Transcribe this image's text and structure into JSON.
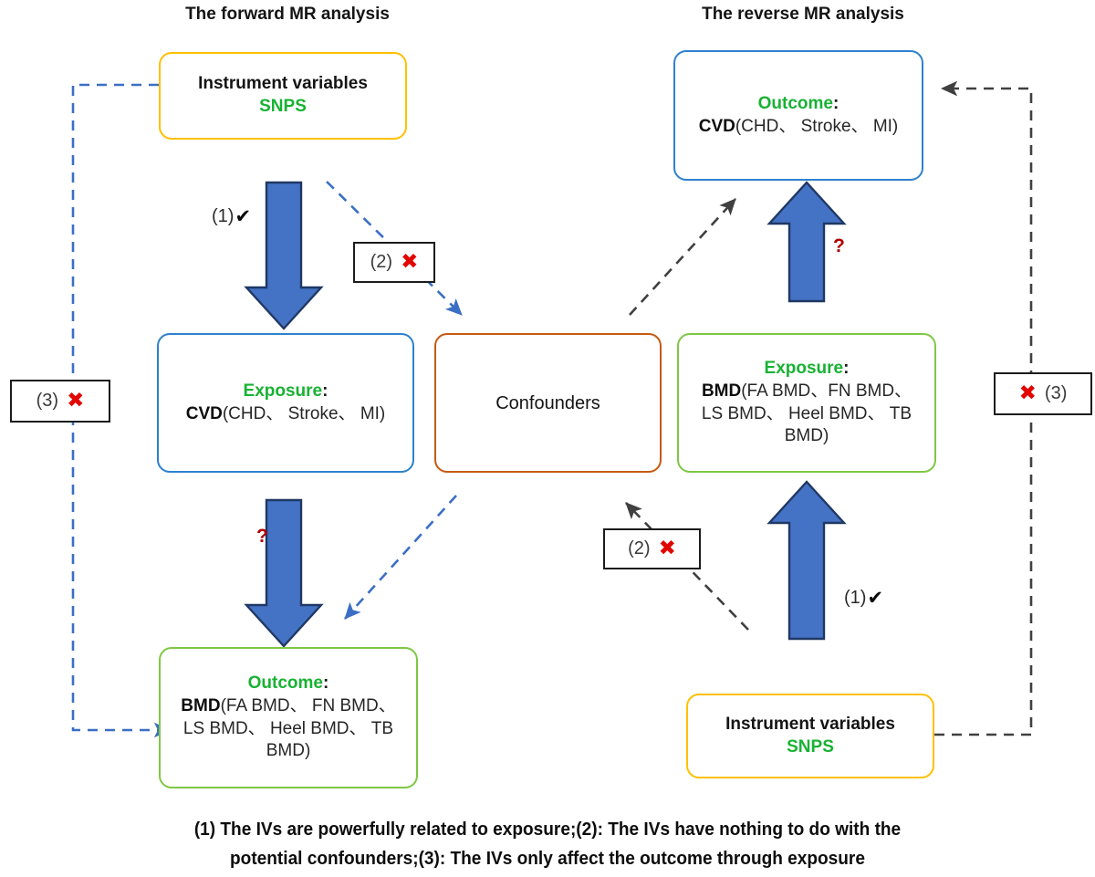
{
  "panels": {
    "forward_title": "The forward MR analysis",
    "reverse_title": "The reverse MR analysis"
  },
  "colors": {
    "yellow": "#ffc000",
    "blue": "#2e81cd",
    "green": "#7fc744",
    "orange": "#c55a11",
    "green_text": "#18b233",
    "red": "#e10600",
    "arrow_blue_fill": "#4472c4",
    "arrow_blue_stroke": "#1f3864",
    "dashed_blue": "#3b6fc4",
    "dashed_gray": "#404040"
  },
  "nodes": {
    "forward_iv": {
      "line1": "Instrument variables",
      "line2": "SNPS"
    },
    "forward_exposure": {
      "label": "Exposure",
      "colon": ":",
      "bold": "CVD",
      "rest": "(CHD、 Stroke、 MI)"
    },
    "confounders": {
      "label": "Confounders"
    },
    "forward_outcome": {
      "label": "Outcome",
      "colon": ":",
      "bold": "BMD",
      "rest_line1": "(FA BMD、 FN BMD、",
      "line2": "LS BMD、 Heel BMD、 TB",
      "line3": "BMD)"
    },
    "reverse_outcome": {
      "label": "Outcome",
      "colon": ":",
      "bold": "CVD",
      "rest": "(CHD、 Stroke、 MI)"
    },
    "reverse_exposure": {
      "label": "Exposure",
      "colon": ":",
      "bold": "BMD",
      "rest_line1": "(FA BMD、FN BMD、",
      "line2": "LS BMD、 Heel BMD、 TB",
      "line3": "BMD)"
    },
    "reverse_iv": {
      "line1": "Instrument variables",
      "line2": "SNPS"
    }
  },
  "tags": {
    "forward_iv_exposure": {
      "text": "(1)",
      "glyph": "✔"
    },
    "forward_iv_confounders": {
      "text": "(2)",
      "glyph": "✖"
    },
    "forward_iv_outcome": {
      "text": "(3)",
      "glyph": "✖"
    },
    "reverse_iv_exposure": {
      "text": "(1)",
      "glyph": "✔"
    },
    "reverse_iv_confounders": {
      "text": "(2)",
      "glyph": "✖"
    },
    "reverse_iv_outcome": {
      "text": "(3)",
      "glyph": "✖"
    },
    "forward_causal_q": "?",
    "reverse_causal_q": "?"
  },
  "caption": {
    "line1": "(1)  The IVs are powerfully related to exposure;(2): The IVs have nothing to do with the",
    "line2": "potential confounders;(3): The IVs only affect the outcome through exposure"
  }
}
